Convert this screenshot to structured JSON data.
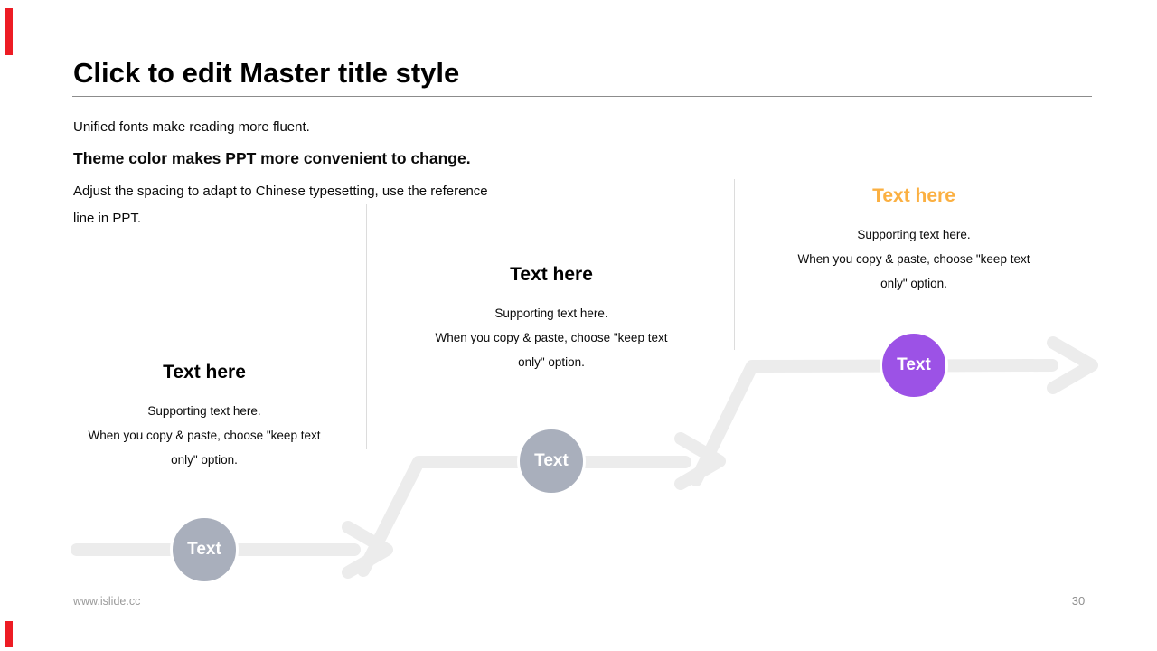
{
  "title": "Click to edit Master title style",
  "body": {
    "p1": "Unified fonts make reading more fluent.",
    "p2": "Theme color makes PPT more convenient to change.",
    "p3_lines": [
      "Adjust the spacing to adapt to Chinese typesetting, use the reference",
      "line in PPT."
    ]
  },
  "columns": [
    {
      "heading": "Text here",
      "heading_color": "#000000",
      "lines": [
        "Supporting text here.",
        "When you copy & paste, choose \"keep text",
        "only\" option."
      ]
    },
    {
      "heading": "Text here",
      "heading_color": "#000000",
      "lines": [
        "Supporting text here.",
        "When you copy & paste, choose \"keep text",
        "only\" option."
      ]
    },
    {
      "heading": "Text here",
      "heading_color": "#FBB042",
      "lines": [
        "Supporting text here.",
        "When you copy & paste, choose \"keep text",
        "only\" option."
      ]
    }
  ],
  "timeline": {
    "arrow_color": "#ECECEC",
    "nodes": [
      {
        "label": "Text",
        "color": "#A9AFBC"
      },
      {
        "label": "Text",
        "color": "#A9AFBC"
      },
      {
        "label": "Text",
        "color": "#9C52E6"
      }
    ]
  },
  "footer": {
    "website": "www.islide.cc",
    "page_number": "30"
  },
  "accents": {
    "edge_marker_color": "#ED1C24",
    "title_rule_color": "#8C8C8C"
  }
}
